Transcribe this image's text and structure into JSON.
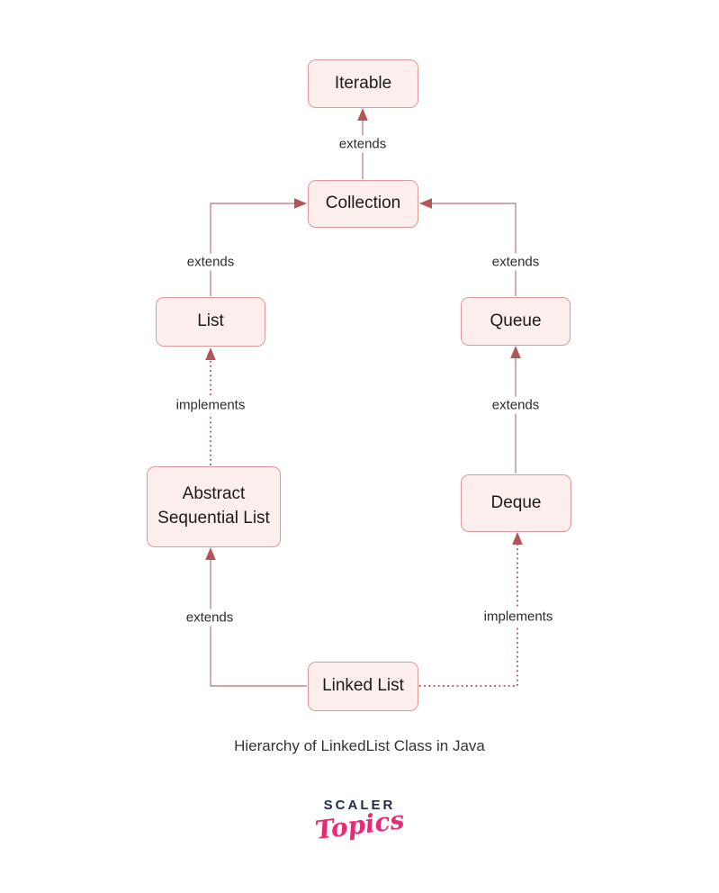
{
  "diagram": {
    "caption": "Hierarchy of LinkedList Class in Java",
    "nodes": [
      {
        "id": "iterable",
        "label": "Iterable"
      },
      {
        "id": "collection",
        "label": "Collection"
      },
      {
        "id": "list",
        "label": "List"
      },
      {
        "id": "queue",
        "label": "Queue"
      },
      {
        "id": "abstract_sequential_list",
        "label": "Abstract Sequential List"
      },
      {
        "id": "deque",
        "label": "Deque"
      },
      {
        "id": "linked_list",
        "label": "Linked List"
      }
    ],
    "edges": [
      {
        "from": "collection",
        "to": "iterable",
        "label": "extends",
        "style": "solid"
      },
      {
        "from": "list",
        "to": "collection",
        "label": "extends",
        "style": "solid"
      },
      {
        "from": "queue",
        "to": "collection",
        "label": "extends",
        "style": "solid"
      },
      {
        "from": "abstract_sequential_list",
        "to": "list",
        "label": "implements",
        "style": "dotted"
      },
      {
        "from": "deque",
        "to": "queue",
        "label": "extends",
        "style": "solid"
      },
      {
        "from": "linked_list",
        "to": "abstract_sequential_list",
        "label": "extends",
        "style": "solid"
      },
      {
        "from": "linked_list",
        "to": "deque",
        "label": "implements",
        "style": "dotted"
      }
    ]
  },
  "branding": {
    "brand": "SCALER",
    "product": "Topics"
  },
  "colors": {
    "box_fill": "#fdeeee",
    "box_border": "#dc9a9a",
    "arrow_line": "#c08c8c",
    "arrow_head": "#b3535a",
    "arrow_dotted": "#b06262",
    "text_dark": "#1b1b1b",
    "label_color": "#2b2b2b",
    "brand_navy": "#232c47",
    "brand_pink": "#e62a75"
  }
}
